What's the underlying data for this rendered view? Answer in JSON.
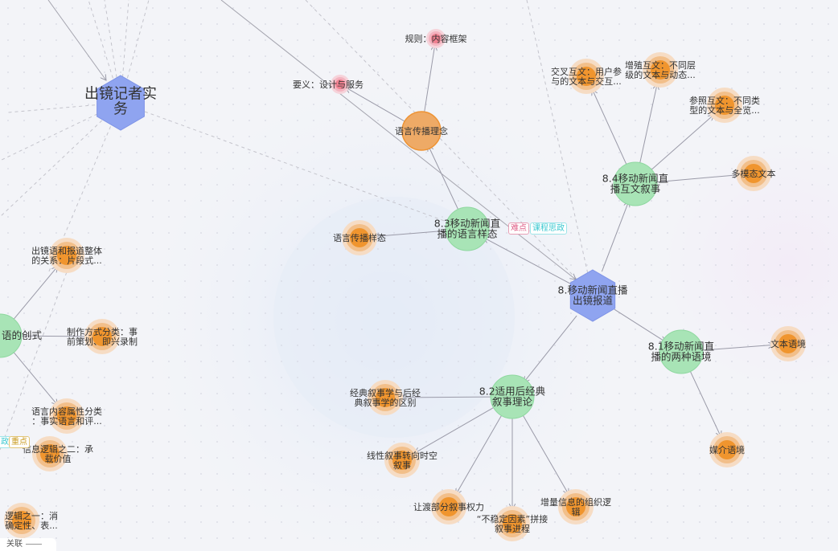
{
  "colors": {
    "hex": "#8fa4f0",
    "green": "#a8e4b6",
    "orange": "#f0952e",
    "red": "#f08090",
    "edge": "#9a9aa8"
  },
  "nodes": [
    {
      "id": "root1",
      "type": "hex",
      "label": "出镜记者实务"
    },
    {
      "id": "root2",
      "type": "hex",
      "label": "8.移动新闻直播出镜报道"
    },
    {
      "id": "c83",
      "type": "green",
      "label": "8.3移动新闻直播的语言样态"
    },
    {
      "id": "c84",
      "type": "green",
      "label": "8.4移动新闻直播互文叙事"
    },
    {
      "id": "c81",
      "type": "green",
      "label": "8.1移动新闻直播的两种语境"
    },
    {
      "id": "c82",
      "type": "green",
      "label": "8.2适用后经典叙事理论"
    },
    {
      "id": "cl",
      "type": "green",
      "label": "语的创式"
    },
    {
      "id": "lpc",
      "type": "solid",
      "label": "语言传播理念"
    },
    {
      "id": "r1",
      "type": "red",
      "label": "要义：设计与服务"
    },
    {
      "id": "r2",
      "type": "red",
      "label": "规则：内容框架"
    },
    {
      "id": "o1",
      "type": "orange",
      "label": "语言传播样态"
    },
    {
      "id": "o2",
      "type": "orange",
      "label": "交叉互文：用户参与的文本与交互..."
    },
    {
      "id": "o3",
      "type": "orange",
      "label": "增殖互文：不同层级的文本与动态..."
    },
    {
      "id": "o4",
      "type": "orange",
      "label": "参照互文：不同类型的文本与全览..."
    },
    {
      "id": "o5",
      "type": "orange",
      "label": "多模态文本"
    },
    {
      "id": "o6",
      "type": "orange",
      "label": "文本语境"
    },
    {
      "id": "o7",
      "type": "orange",
      "label": "媒介语境"
    },
    {
      "id": "o8",
      "type": "orange",
      "label": "经典叙事学与后经典叙事学的区别"
    },
    {
      "id": "o9",
      "type": "orange",
      "label": "线性叙事转向时空叙事"
    },
    {
      "id": "o10",
      "type": "orange",
      "label": "让渡部分叙事权力"
    },
    {
      "id": "o11",
      "type": "orange",
      "label": "“不稳定因素”拼接叙事进程"
    },
    {
      "id": "o12",
      "type": "orange",
      "label": "增量信息的组织逻辑"
    },
    {
      "id": "o13",
      "type": "orange",
      "label": "出镜语和报道整体的关系：片段式..."
    },
    {
      "id": "o14",
      "type": "orange",
      "label": "制作方式分类：事前策划、即兴录制"
    },
    {
      "id": "o15",
      "type": "orange",
      "label": "语言内容属性分类：事实语言和评..."
    },
    {
      "id": "o16",
      "type": "orange",
      "label": "信息逻辑之二：承载价值"
    },
    {
      "id": "o17",
      "type": "orange",
      "label": "逻辑之一：消确定性、表..."
    }
  ],
  "edges": [
    [
      "root2",
      "c83"
    ],
    [
      "root2",
      "c84"
    ],
    [
      "root2",
      "c81"
    ],
    [
      "root2",
      "c82"
    ],
    [
      "c83",
      "lpc"
    ],
    [
      "c83",
      "o1"
    ],
    [
      "lpc",
      "r1"
    ],
    [
      "lpc",
      "r2"
    ],
    [
      "c84",
      "o2"
    ],
    [
      "c84",
      "o3"
    ],
    [
      "c84",
      "o4"
    ],
    [
      "c84",
      "o5"
    ],
    [
      "c81",
      "o6"
    ],
    [
      "c81",
      "o7"
    ],
    [
      "c82",
      "o8"
    ],
    [
      "c82",
      "o9"
    ],
    [
      "c82",
      "o10"
    ],
    [
      "c82",
      "o11"
    ],
    [
      "c82",
      "o12"
    ],
    [
      "cl",
      "o13"
    ],
    [
      "cl",
      "o14"
    ],
    [
      "cl",
      "o15"
    ]
  ],
  "tags": {
    "hard": "难点",
    "civic": "课程思政",
    "civic_left": "政",
    "key": "重点"
  },
  "legend": {
    "label": "关联"
  }
}
